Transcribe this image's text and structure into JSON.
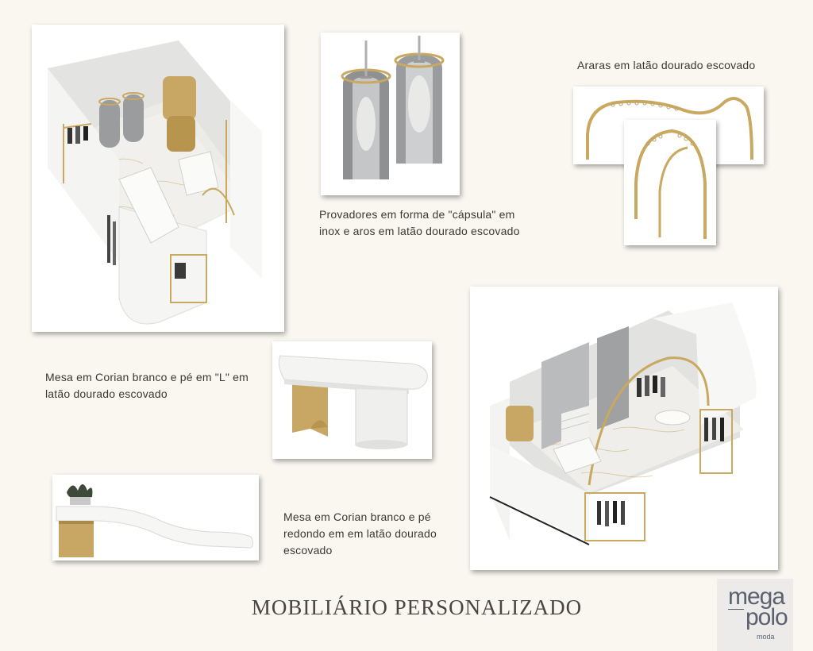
{
  "captions": {
    "provadores": "Provadores em forma de \"cápsula\" em inox e aros em latão dourado escovado",
    "araras": "Araras em latão dourado escovado",
    "mesa_l": "Mesa em Corian branco e pé em \"L\" em latão dourado escovado",
    "mesa_redondo": "Mesa em Corian branco e pé redondo em em latão dourado escovado"
  },
  "title": "Mobiliário Personalizado",
  "logo": {
    "line1": "mega",
    "line2": "polo",
    "line3": "moda"
  },
  "colors": {
    "background": "#faf7f1",
    "gold": "#c9a860",
    "steel": "#8a8c8e",
    "white": "#ffffff",
    "marble": "#ecebe8"
  }
}
